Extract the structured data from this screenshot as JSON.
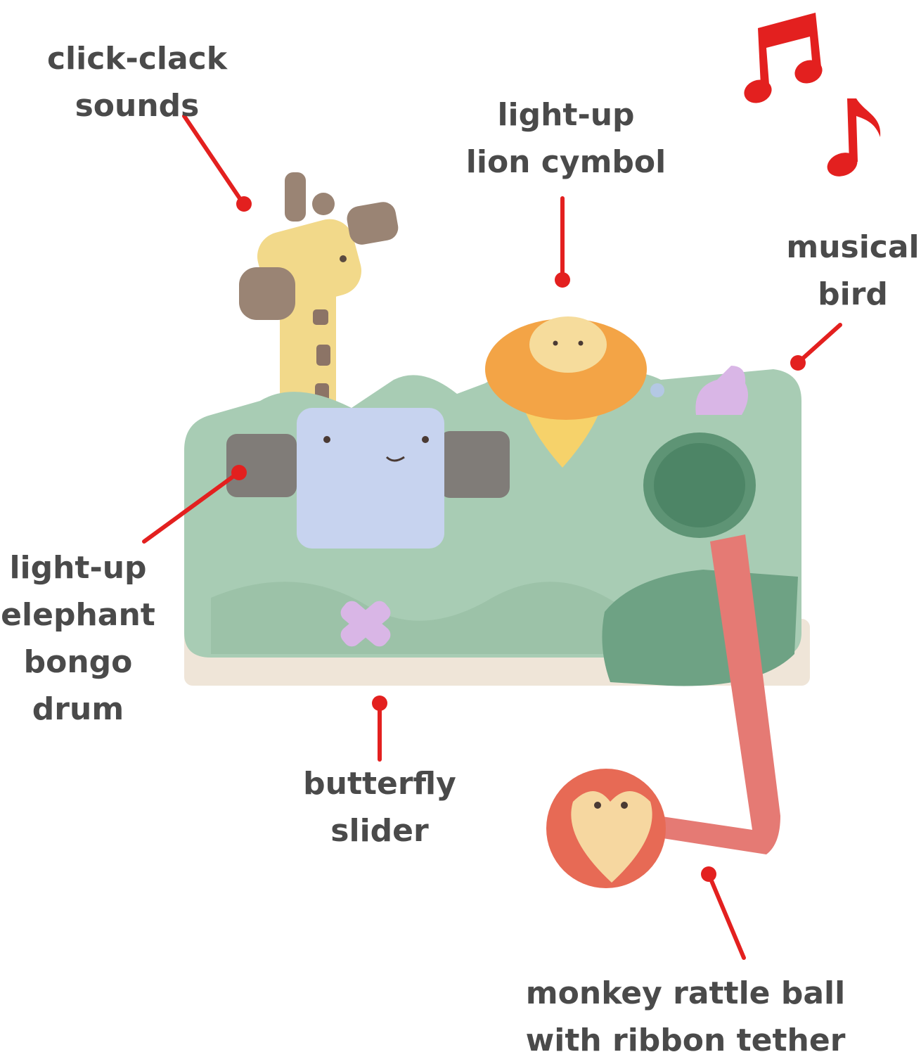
{
  "callouts": {
    "click_clack": {
      "lines": [
        "click-clack",
        "sounds"
      ]
    },
    "lion": {
      "lines": [
        "light-up",
        "lion cymbol"
      ]
    },
    "bird": {
      "lines": [
        "musical",
        "bird"
      ]
    },
    "elephant": {
      "lines": [
        "light-up",
        "elephant",
        "bongo",
        "drum"
      ]
    },
    "butterfly": {
      "lines": [
        "butterfly",
        "slider"
      ]
    },
    "monkey": {
      "lines": [
        "monkey rattle ball",
        "with ribbon tether"
      ]
    }
  },
  "colors": {
    "label_text": "#4a4a4a",
    "callout_red": "#e3201f",
    "base_green": "#a8ccb4",
    "base_cream": "#efe5d8"
  }
}
